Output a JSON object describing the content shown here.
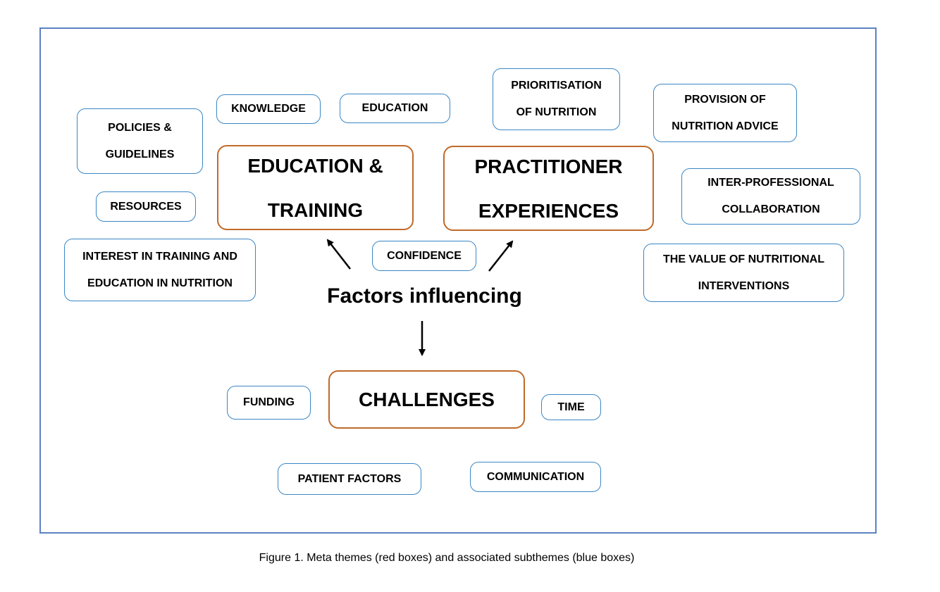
{
  "diagram": {
    "center_label": "Factors influencing",
    "meta_themes": [
      {
        "id": "education-training",
        "lines": [
          "EDUCATION &",
          "TRAINING"
        ]
      },
      {
        "id": "practitioner-experiences",
        "lines": [
          "PRACTITIONER",
          "EXPERIENCES"
        ]
      },
      {
        "id": "challenges",
        "lines": [
          "CHALLENGES"
        ]
      }
    ],
    "subthemes": [
      {
        "id": "policies-guidelines",
        "lines": [
          "POLICIES &",
          "GUIDELINES"
        ]
      },
      {
        "id": "knowledge",
        "lines": [
          "KNOWLEDGE"
        ]
      },
      {
        "id": "education",
        "lines": [
          "EDUCATION"
        ]
      },
      {
        "id": "resources",
        "lines": [
          "RESOURCES"
        ]
      },
      {
        "id": "interest-training",
        "lines": [
          "INTEREST IN TRAINING AND",
          "EDUCATION IN NUTRITION"
        ]
      },
      {
        "id": "confidence",
        "lines": [
          "CONFIDENCE"
        ]
      },
      {
        "id": "prioritisation",
        "lines": [
          "PRIORITISATION",
          "OF NUTRITION"
        ]
      },
      {
        "id": "provision-advice",
        "lines": [
          "PROVISION OF",
          "NUTRITION ADVICE"
        ]
      },
      {
        "id": "inter-professional",
        "lines": [
          "INTER-PROFESSIONAL",
          "COLLABORATION"
        ]
      },
      {
        "id": "value-interventions",
        "lines": [
          "THE VALUE OF NUTRITIONAL",
          "INTERVENTIONS"
        ]
      },
      {
        "id": "funding",
        "lines": [
          "FUNDING"
        ]
      },
      {
        "id": "time",
        "lines": [
          "TIME"
        ]
      },
      {
        "id": "patient-factors",
        "lines": [
          "PATIENT FACTORS"
        ]
      },
      {
        "id": "communication",
        "lines": [
          "COMMUNICATION"
        ]
      }
    ],
    "colors": {
      "meta_border": "#c06a2a",
      "sub_border": "#3a86c4",
      "frame_border": "#5b82c3"
    }
  },
  "caption": "Figure 1. Meta themes (red boxes) and associated subthemes (blue boxes)"
}
